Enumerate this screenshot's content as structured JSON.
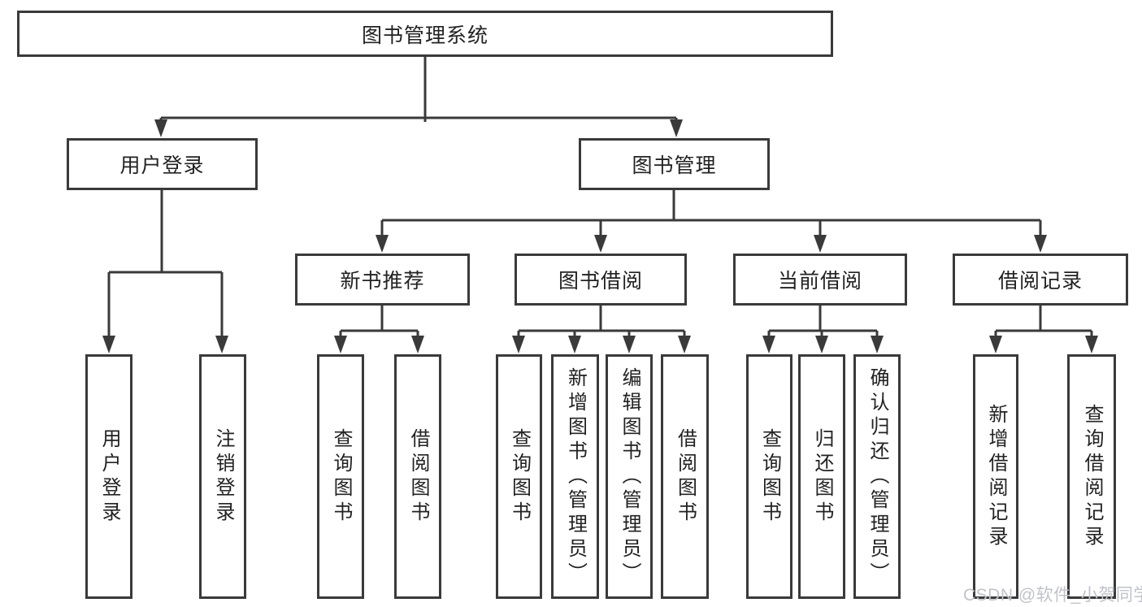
{
  "colors": {
    "line": "#3a3a3a",
    "box_border": "#3a3a3a",
    "text": "#222222",
    "watermark": "#c0c3c9"
  },
  "tree": {
    "root": {
      "label": "图书管理系统",
      "children": [
        {
          "label": "用户登录",
          "children": [
            {
              "label": "用户登录"
            },
            {
              "label": "注销登录"
            }
          ]
        },
        {
          "label": "图书管理",
          "children": [
            {
              "label": "新书推荐",
              "children": [
                {
                  "label": "查询图书"
                },
                {
                  "label": "借阅图书"
                }
              ]
            },
            {
              "label": "图书借阅",
              "children": [
                {
                  "label": "查询图书"
                },
                {
                  "label": "新增图书（管理员）"
                },
                {
                  "label": "编辑图书（管理员）"
                },
                {
                  "label": "借阅图书"
                }
              ]
            },
            {
              "label": "当前借阅",
              "children": [
                {
                  "label": "查询图书"
                },
                {
                  "label": "归还图书"
                },
                {
                  "label": "确认归还（管理员）"
                }
              ]
            },
            {
              "label": "借阅记录",
              "children": [
                {
                  "label": "新增借阅记录"
                },
                {
                  "label": "查询借阅记录"
                }
              ]
            }
          ]
        }
      ]
    }
  },
  "watermark": {
    "text": "CSDN @软件_小贺同学"
  }
}
